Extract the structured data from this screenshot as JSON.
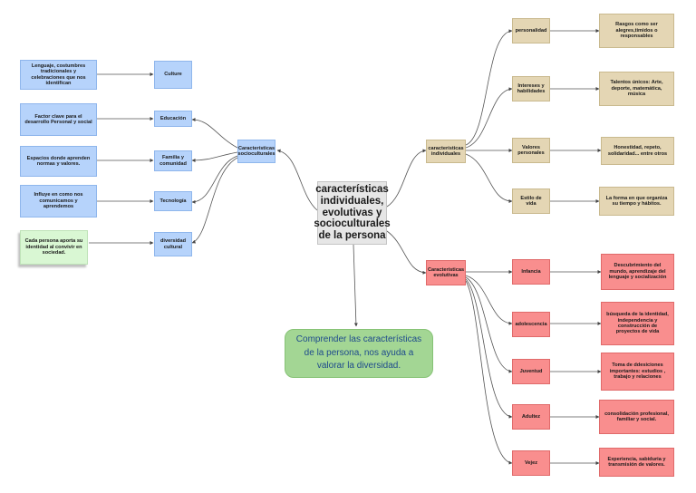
{
  "center": "características individuales, evolutivas y socioculturales de la persona",
  "conclusion": "Comprender las características de la persona, nos ayuda a valorar la diversidad.",
  "sociocultural": {
    "title": "Características socioculturales",
    "items": [
      {
        "label": "Culture",
        "desc": "Lenguaje, costumbres tradicionales y celebraciones que nos identifican"
      },
      {
        "label": "Educación",
        "desc": "Factor clave para el desarrollo Personal y social"
      },
      {
        "label": "Familia y comunidad",
        "desc": "Espacios donde aprenden normas y valores."
      },
      {
        "label": "Tecnología",
        "desc": "Influye en como nos comunicamos y aprendemos"
      },
      {
        "label": "diversidad cultural",
        "desc": "Cada persona aporta su identidad al convivir en sociedad."
      }
    ]
  },
  "individual": {
    "title": "características individuales",
    "items": [
      {
        "label": "personalidad",
        "desc": "Rasgos como ser alegres,timidos o responsables"
      },
      {
        "label": "Intereses y habilidades",
        "desc": "Talentos únicos: Arte, deporte, matemática, música"
      },
      {
        "label": "Valores personales",
        "desc": "Honestidad, repeto, solidaridad... entre otros"
      },
      {
        "label": "Estilo de vida",
        "desc": "La forma en que organiza su tiempo y hábitos."
      }
    ]
  },
  "evolutiva": {
    "title": "Características evolutivas",
    "items": [
      {
        "label": "Infancia",
        "desc": "Descubrimiento del mundo, aprendizaje del lenguaje y socialización"
      },
      {
        "label": "adolescencia",
        "desc": "búsqueda de la identidad, independencia y construcción de proyectos de vida"
      },
      {
        "label": "Juventud",
        "desc": "Toma de ddesiciones importantes: estudios , trabajo y relaciones"
      },
      {
        "label": "Adultez",
        "desc": "consolidación profesional, familiar y social."
      },
      {
        "label": "Vejez",
        "desc": "Experiencia, sabiduria y transmisión de valores."
      }
    ]
  },
  "colors": {
    "blue": "#b6d3fb",
    "tan": "#e4d6b4",
    "red": "#f98e8e",
    "green": "#a3d694",
    "note": "#d9f7d3",
    "center": "#e6e6e6",
    "line": "#555555"
  }
}
